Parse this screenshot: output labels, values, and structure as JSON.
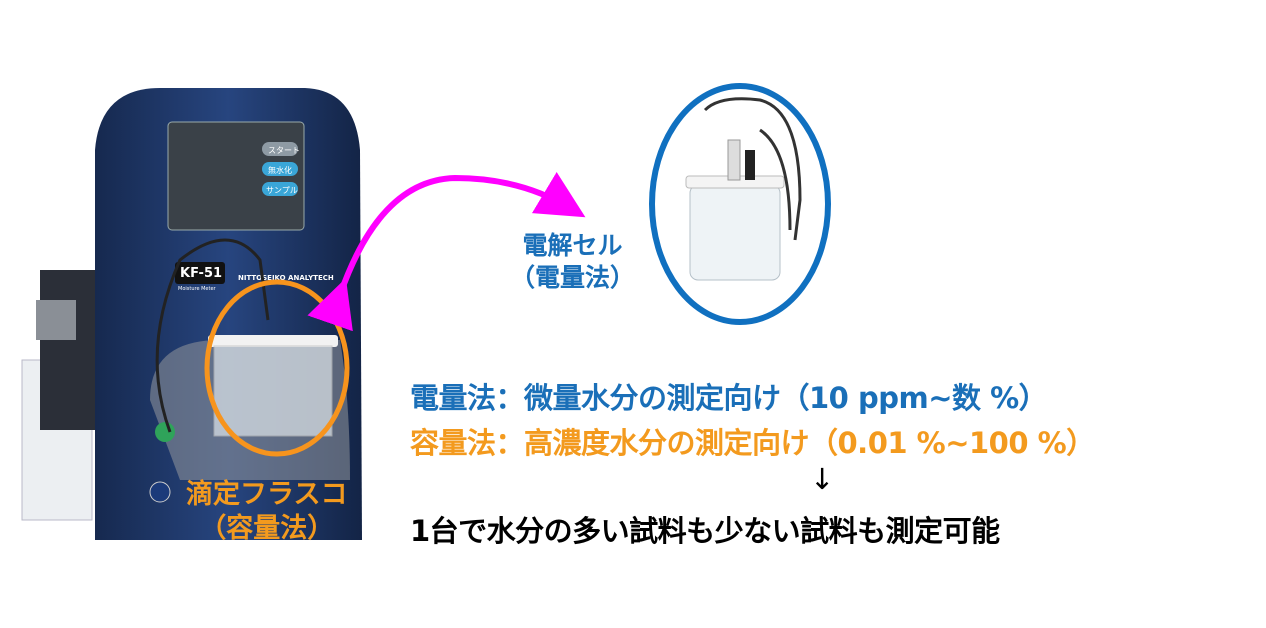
{
  "colors": {
    "coulometric": "#1a6fb8",
    "volumetric": "#f39a1e",
    "arrow": "#ff00ff",
    "conclusion": "#000000",
    "device_body": "#1f3a6e"
  },
  "device": {
    "model": "KF-51",
    "subtitle": "Moisture Meter",
    "brand": "NITTOSEIKO ANALYTECH",
    "screen_buttons": [
      "スタート",
      "無水化",
      "サンプル"
    ]
  },
  "labels": {
    "electrolysis_cell": "電解セル",
    "electrolysis_cell_method": "（電量法）",
    "titration_flask": "滴定フラスコ",
    "titration_flask_method": "（容量法）"
  },
  "text": {
    "coulometric_line": "電量法：微量水分の測定向け（10 ppm~数 %）",
    "volumetric_line": "容量法：高濃度水分の測定向け（0.01 %~100 %）",
    "down_arrow": "↓",
    "conclusion": "1台で水分の多い試料も少ない試料も測定可能"
  }
}
